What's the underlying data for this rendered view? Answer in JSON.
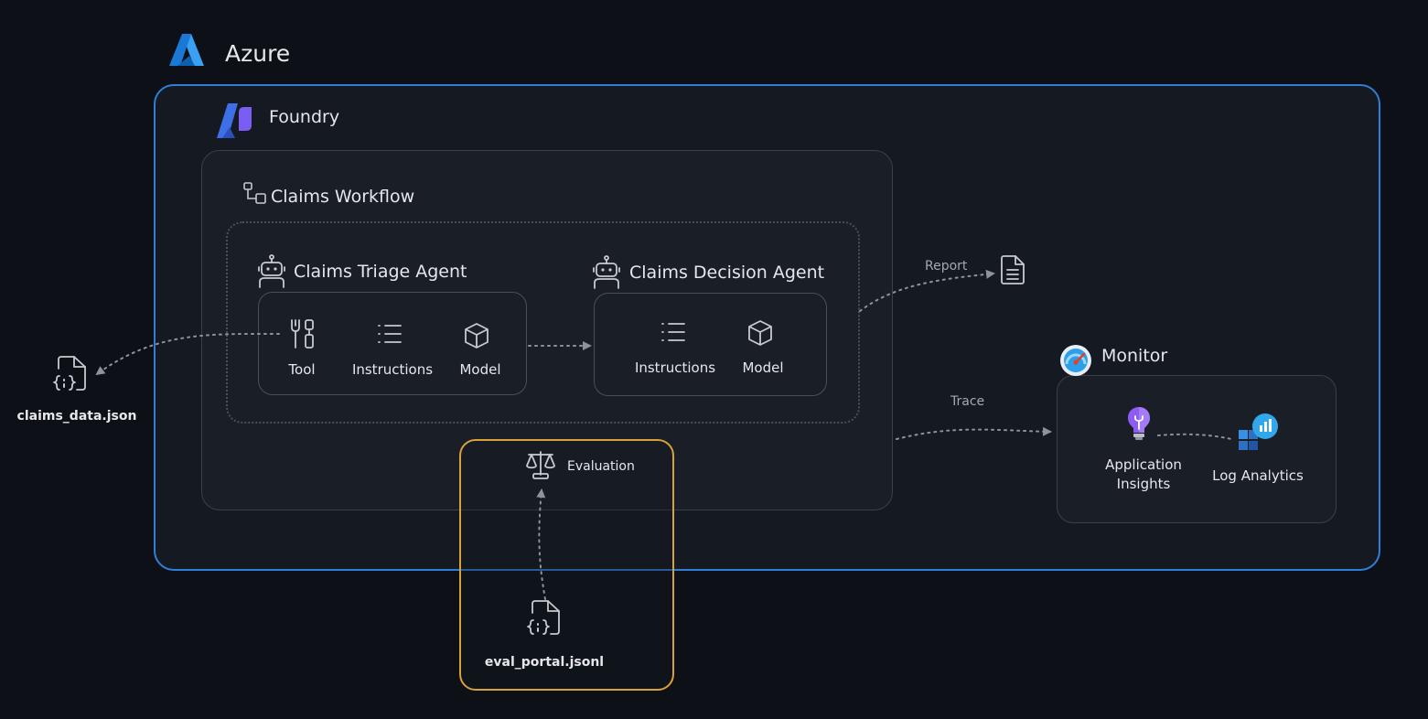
{
  "azure": {
    "title": "Azure"
  },
  "foundry": {
    "title": "Foundry"
  },
  "workflow": {
    "title": "Claims Workflow"
  },
  "triage_agent": {
    "title": "Claims Triage Agent",
    "items": [
      {
        "label": "Tool",
        "icon": "tool-icon"
      },
      {
        "label": "Instructions",
        "icon": "list-icon"
      },
      {
        "label": "Model",
        "icon": "cube-icon"
      }
    ]
  },
  "decision_agent": {
    "title": "Claims Decision Agent",
    "items": [
      {
        "label": "Instructions",
        "icon": "list-icon"
      },
      {
        "label": "Model",
        "icon": "cube-icon"
      }
    ]
  },
  "external": {
    "claims_file": "claims_data.json",
    "eval_file": "eval_portal.jsonl"
  },
  "evaluation": {
    "title": "Evaluation"
  },
  "monitor": {
    "title": "Monitor",
    "app_insights_line1": "Application",
    "app_insights_line2": "Insights",
    "log_analytics": "Log Analytics"
  },
  "edges": {
    "report": "Report",
    "trace": "Trace"
  },
  "colors": {
    "background": "#0d1117",
    "azure_border": "#2f7fd8",
    "eval_border": "#d9a13a",
    "panel_border": "#3b4049"
  }
}
